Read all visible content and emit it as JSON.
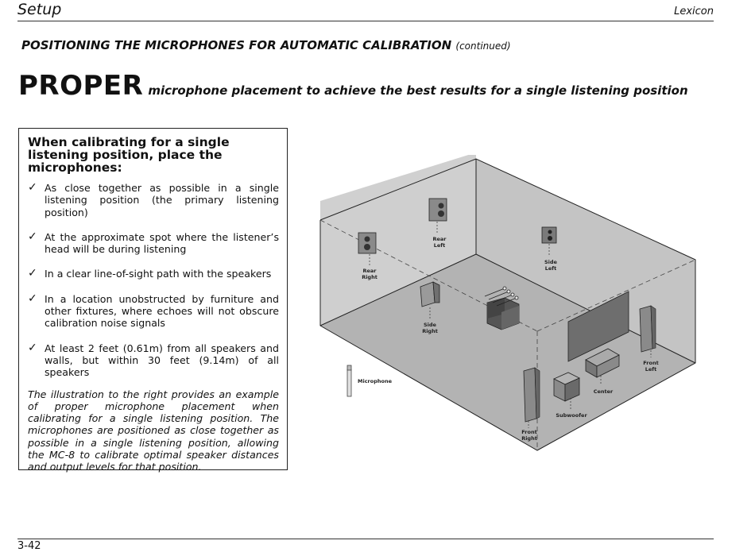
{
  "header": {
    "section": "Setup",
    "brand": "Lexicon"
  },
  "subtitle": {
    "main": "POSITIONING THE MICROPHONES FOR AUTOMATIC CALIBRATION",
    "continued": "(continued)"
  },
  "headline": {
    "big": "PROPER",
    "rest": "microphone placement to achieve the best results for a single listening position"
  },
  "box": {
    "heading": "When calibrating for a single listening position, place the microphones:",
    "check_glyph": "✓",
    "items": [
      "As close together as possible in a single listening position (the primary listening position)",
      "At the approximate spot where the listener’s head will be during listening",
      "In a clear line-of-sight path with the speakers",
      "In a location unobstructed by furniture and other fixtures, where echoes will not obscure calibration noise signals",
      "At least 2 feet (0.61m) from all speakers and walls, but within 30 feet (9.14m) of all speakers"
    ],
    "note": "The illustration to the right provides an example of proper microphone placement when calibrating for a single listening position. The microphones are positioned as close together as possible in a single listening position, allowing the MC-8 to calibrate optimal speaker distances and output levels for that position."
  },
  "figure": {
    "labels": {
      "rear_left_1": "Rear",
      "rear_left_2": "Left",
      "rear_right_1": "Rear",
      "rear_right_2": "Right",
      "side_left_1": "Side",
      "side_left_2": "Left",
      "side_right_1": "Side",
      "side_right_2": "Right",
      "front_left_1": "Front",
      "front_left_2": "Left",
      "front_right_1": "Front",
      "front_right_2": "Right",
      "center": "Center",
      "subwoofer": "Subwoofer",
      "microphone": "Microphone"
    }
  },
  "footer": {
    "page": "3-42"
  }
}
